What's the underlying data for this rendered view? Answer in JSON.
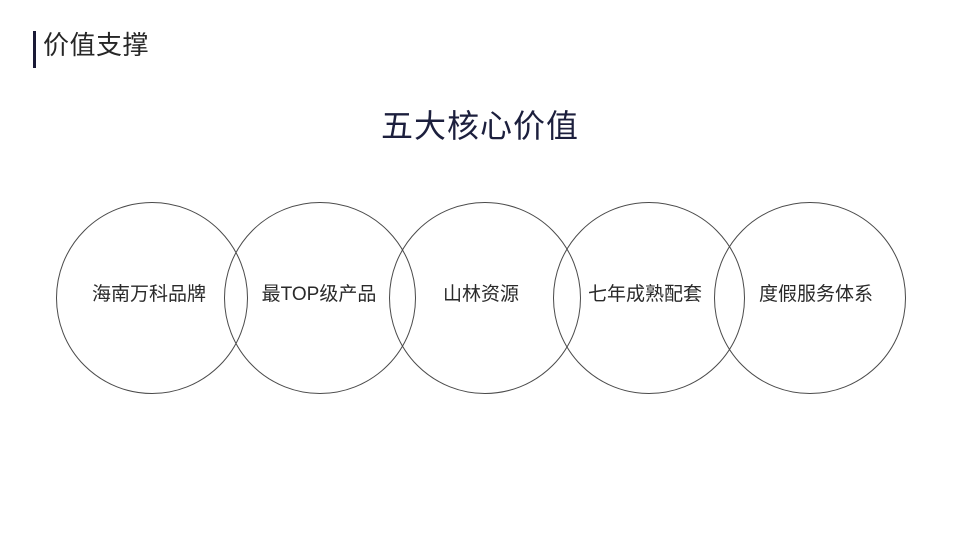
{
  "header": {
    "title": "价值支撑",
    "accent_color": "#1a1a36"
  },
  "main": {
    "title": "五大核心价值",
    "title_color": "#1c1f3d"
  },
  "values": [
    {
      "label": "海南万科品牌"
    },
    {
      "label": "最TOP级产品"
    },
    {
      "label": "山林资源"
    },
    {
      "label": "七年成熟配套"
    },
    {
      "label": "度假服务体系"
    }
  ]
}
